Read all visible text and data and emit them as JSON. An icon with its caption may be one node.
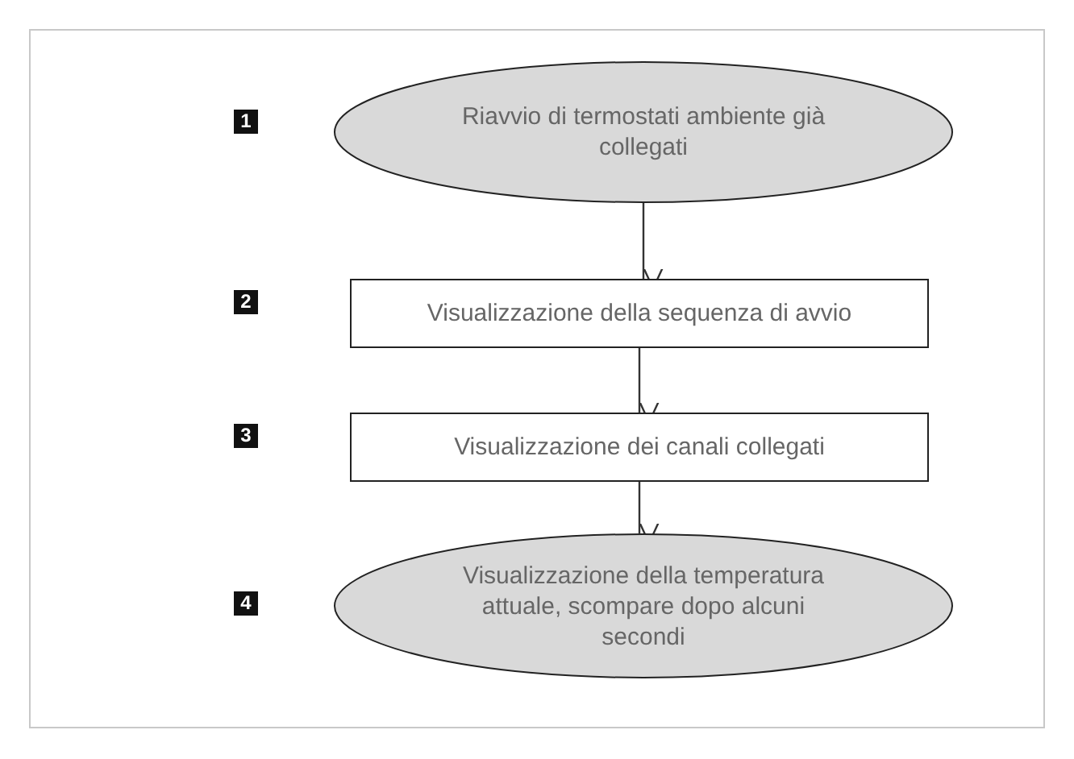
{
  "diagram": {
    "nodes": [
      {
        "text": [
          "Riavvio di termostati ambiente già collegati"
        ]
      },
      {
        "text": [
          "Visualizzazione della sequenza di avvio"
        ]
      },
      {
        "text": [
          "Visualizzazione dei canali collegati"
        ]
      },
      {
        "text": [
          "Visualizzazione della temperatura attuale, scompare dopo alcuni secondi"
        ]
      }
    ],
    "edges": [
      {
        "from": 0,
        "to": 1,
        "arrow": "to"
      },
      {
        "from": 1,
        "to": 2,
        "arrow": "to"
      },
      {
        "from": 2,
        "to": 3,
        "arrow": "to"
      }
    ],
    "labels": [
      "1",
      "2",
      "3",
      "4"
    ]
  }
}
